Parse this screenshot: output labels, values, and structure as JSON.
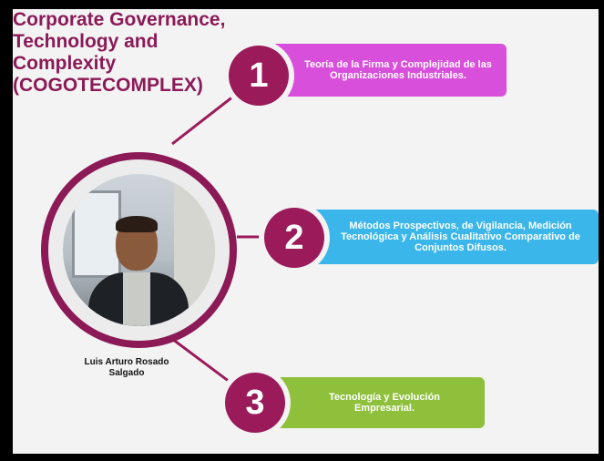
{
  "title": {
    "line1": "Corporate Governance,",
    "line2": "Technology and",
    "line3": "Complexity",
    "line4": "(COGOTECOMPLEX)"
  },
  "person": {
    "name_line1": "Luis Arturo Rosado",
    "name_line2": "Salgado"
  },
  "items": [
    {
      "number": "1",
      "label": "Teoría de la Firma y Complejidad de las Organizaciones Industriales.",
      "color": "#d84fdb"
    },
    {
      "number": "2",
      "label": "Métodos Prospectivos, de Vigilancia, Medición Tecnológica y Análisis Cualitativo Comparativo de Conjuntos Difusos.",
      "color": "#3bb6ea"
    },
    {
      "number": "3",
      "label": "Tecnología y Evolución Empresarial.",
      "color": "#8ec03b"
    }
  ],
  "colors": {
    "accent": "#9b1a5a",
    "title": "#8b1a57",
    "background": "#f3f3f3"
  }
}
